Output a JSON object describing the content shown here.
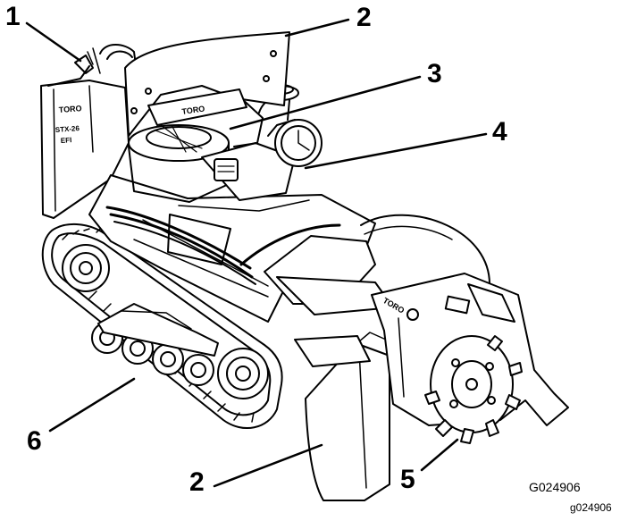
{
  "figure": {
    "callouts": [
      {
        "id": "c1",
        "label": "1"
      },
      {
        "id": "c2a",
        "label": "2"
      },
      {
        "id": "c3",
        "label": "3"
      },
      {
        "id": "c4",
        "label": "4"
      },
      {
        "id": "c5",
        "label": "5"
      },
      {
        "id": "c2b",
        "label": "2"
      },
      {
        "id": "c6",
        "label": "6"
      }
    ],
    "figure_code": "G024906",
    "file_code": "g024906",
    "decal_texts": [
      "TORO",
      "TORO",
      "TORO",
      "STX-26",
      "EFI"
    ]
  },
  "colors": {
    "line": "#000000",
    "background": "#ffffff"
  }
}
